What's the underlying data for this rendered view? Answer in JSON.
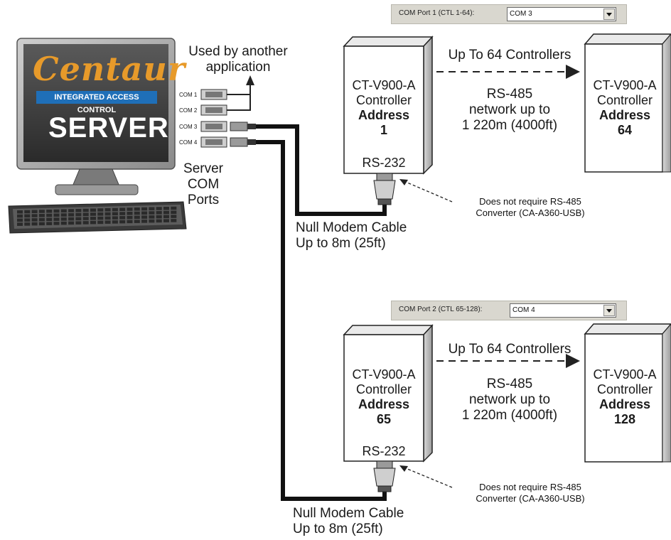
{
  "server": {
    "logo": "Centaur",
    "tagline": "INTEGRATED ACCESS CONTROL",
    "title": "SERVER",
    "com_ports": [
      "COM 1",
      "COM 2",
      "COM 3",
      "COM 4"
    ],
    "ports_label_1": "Server",
    "ports_label_2": "COM Ports",
    "other_app_1": "Used by another",
    "other_app_2": "application"
  },
  "groups": [
    {
      "combo_label": "COM Port 1 (CTL 1-64):",
      "combo_value": "COM 3",
      "first": {
        "model": "CT-V900-A",
        "type": "Controller",
        "addr_label": "Address",
        "addr": "1",
        "port": "RS-232"
      },
      "last": {
        "model": "CT-V900-A",
        "type": "Controller",
        "addr_label": "Address",
        "addr": "64"
      },
      "link_title": "Up To 64 Controllers",
      "net_1": "RS-485",
      "net_2": "network up to",
      "net_3": "1 220m (4000ft)",
      "note_1": "Does not require RS-485",
      "note_2": "Converter (CA-A360-USB)",
      "cable_1": "Null Modem Cable",
      "cable_2": "Up to 8m (25ft)"
    },
    {
      "combo_label": "COM Port 2 (CTL 65-128):",
      "combo_value": "COM 4",
      "first": {
        "model": "CT-V900-A",
        "type": "Controller",
        "addr_label": "Address",
        "addr": "65",
        "port": "RS-232"
      },
      "last": {
        "model": "CT-V900-A",
        "type": "Controller",
        "addr_label": "Address",
        "addr": "128"
      },
      "link_title": "Up To 64 Controllers",
      "net_1": "RS-485",
      "net_2": "network up to",
      "net_3": "1 220m (4000ft)",
      "note_1": "Does not require RS-485",
      "note_2": "Converter (CA-A360-USB)",
      "cable_1": "Null Modem Cable",
      "cable_2": "Up to 8m (25ft)"
    }
  ]
}
